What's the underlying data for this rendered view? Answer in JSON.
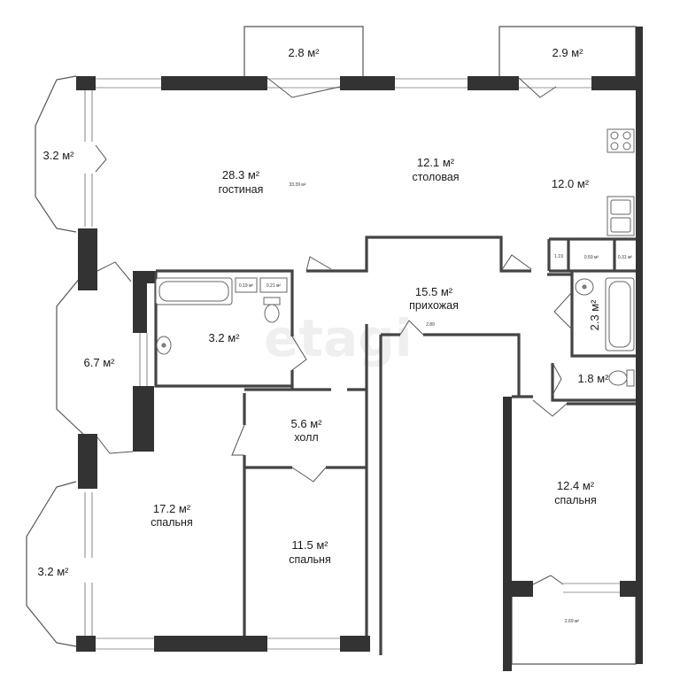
{
  "watermark": "etagi",
  "rooms": {
    "balcony_top_left": {
      "area": "2.8 м²"
    },
    "balcony_top_right": {
      "area": "2.9 м²"
    },
    "bay_top": {
      "area": "3.2 м²"
    },
    "living": {
      "area": "28.3 м²",
      "name": "гостиная",
      "sub": "33.39 м²"
    },
    "dining": {
      "area": "12.1 м²",
      "name": "столовая"
    },
    "kitchen": {
      "area": "12.0 м²"
    },
    "bath_main": {
      "area": "3.2 м²"
    },
    "bay_middle": {
      "area": "6.7 м²"
    },
    "hallway": {
      "area": "15.5 м²",
      "name": "прихожая",
      "sub": "2.89"
    },
    "hall": {
      "area": "5.6 м²",
      "name": "холл"
    },
    "bath_small": {
      "area": "2.3 м²"
    },
    "wc": {
      "area": "1.8 м²"
    },
    "bedroom_left": {
      "area": "17.2 м²",
      "name": "спальня"
    },
    "bedroom_middle": {
      "area": "11.5 м²",
      "name": "спальня"
    },
    "bedroom_right": {
      "area": "12.4 м²",
      "name": "спальня"
    },
    "bay_bottom": {
      "area": "3.2 м²"
    },
    "balcony_bottom": {
      "area": "2.69 м²"
    }
  },
  "closets": {
    "c1": "0.19 м²",
    "c2": "0.21 м²",
    "c3": "1.19",
    "c4": "0.59 м²",
    "c5": "0.31 м²"
  },
  "colors": {
    "wall": "#333333",
    "window": "#9a9a9a",
    "line": "#555555"
  }
}
